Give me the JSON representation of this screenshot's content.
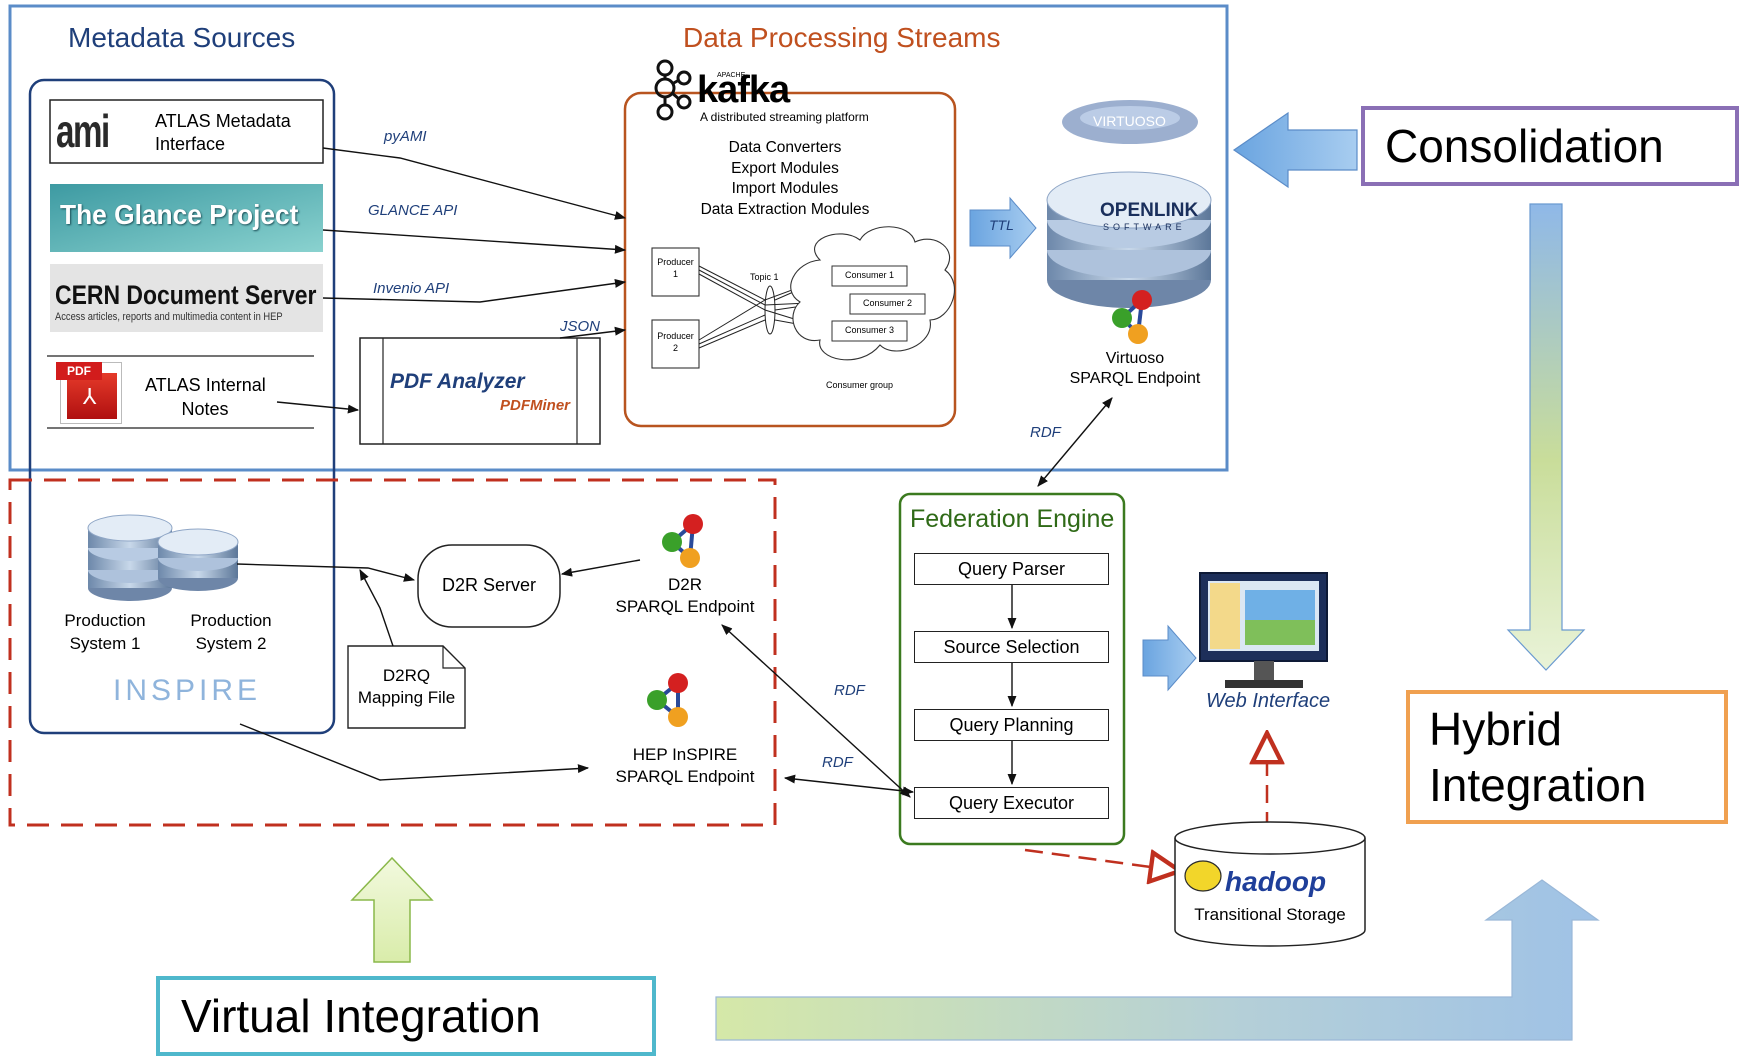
{
  "metadata_sources": {
    "title": "Metadata Sources",
    "ami": {
      "logo": "ami",
      "label": "ATLAS Metadata\nInterface"
    },
    "glance": {
      "logo": "The Glance Project"
    },
    "cds": {
      "title": "CERN Document Server",
      "subtitle": "Access articles, reports and multimedia content in HEP"
    },
    "pdf": {
      "badge": "PDF",
      "label": "ATLAS Internal\nNotes"
    }
  },
  "data_processing": {
    "title": "Data Processing Streams",
    "kafka": {
      "apache": "APACHE",
      "name": "kafka",
      "tagline": "A distributed streaming platform"
    },
    "modules": [
      "Data Converters",
      "Export Modules",
      "Import Modules",
      "Data Extraction Modules"
    ],
    "producers": [
      "Producer\n1",
      "Producer\n2"
    ],
    "topic": "Topic 1",
    "consumers": [
      "Consumer 1",
      "Consumer 2",
      "Consumer 3"
    ],
    "consumer_group": "Consumer group"
  },
  "pdf_analyzer": {
    "title": "PDF Analyzer",
    "subtitle": "PDFMiner"
  },
  "edge_labels": {
    "pyami": "pyAMI",
    "glance_api": "GLANCE API",
    "invenio_api": "Invenio API",
    "json": "JSON",
    "ttl": "TTL",
    "rdf_top": "RDF",
    "rdf_d2r": "RDF",
    "rdf_hep": "RDF"
  },
  "virtuoso": {
    "logo": "VIRTUOSO",
    "openlink": "OPENLINK",
    "software": "SOFTWARE",
    "label": "Virtuoso\nSPARQL Endpoint"
  },
  "consolidation": {
    "label": "Consolidation"
  },
  "hybrid": {
    "label": "Hybrid\nIntegration"
  },
  "virtual": {
    "label": "Virtual Integration"
  },
  "virtual_sources": {
    "prod1": "Production\nSystem 1",
    "prod2": "Production\nSystem 2",
    "inspire": "INSPIRE",
    "d2r_server": "D2R Server",
    "d2rq": "D2RQ\nMapping File",
    "d2r_endpoint": "D2R\nSPARQL Endpoint",
    "hep_endpoint": "HEP InSPIRE\nSPARQL Endpoint"
  },
  "federation": {
    "title": "Federation Engine",
    "steps": [
      "Query Parser",
      "Source Selection",
      "Query Planning",
      "Query Executor"
    ]
  },
  "web_interface": {
    "label": "Web Interface"
  },
  "storage": {
    "hadoop": "hadoop",
    "label": "Transitional Storage"
  },
  "colors": {
    "blue_border": "#5b8cc8",
    "red_dashed": "#c0301f",
    "orange_kafka": "#b8541f",
    "green_fed": "#3b7a1f",
    "purple": "#8a6fb5",
    "orange_hybrid": "#f0a050",
    "teal": "#4fb8cc",
    "title_blue": "#1f3f7a",
    "title_orange": "#c0501f",
    "title_green": "#2f6a17"
  }
}
